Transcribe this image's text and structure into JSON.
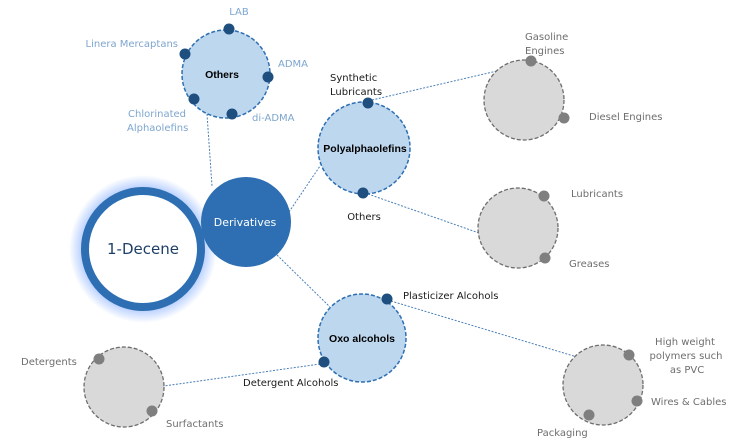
{
  "title": "1-Decene value chain",
  "colors": {
    "root_ring": "#2e6fb3",
    "root_glow": "#7aa6ff",
    "derivatives_fill": "#2e6fb3",
    "hub_fill": "#bdd7ef",
    "hub_stroke": "#2e6fb3",
    "hub_dot": "#1f4f7f",
    "app_fill": "#d9d9d9",
    "app_stroke": "#6e6e6e",
    "app_dot": "#7f7f7f"
  },
  "root": {
    "label": "1-Decene"
  },
  "derivatives": {
    "label": "Derivatives"
  },
  "hubs": {
    "others": {
      "label": "Others",
      "products": [
        "LAB",
        "Linera Mercaptans",
        "ADMA",
        "Chlorinated",
        "Alphaolefins",
        "di-ADMA"
      ]
    },
    "pao": {
      "label": "Polyalphaolefins",
      "products": [
        "Synthetic",
        "Lubricants",
        "Others"
      ]
    },
    "oxo": {
      "label": "Oxo alcohols",
      "products": [
        "Plasticizer Alcohols",
        "Detergent Alcohols"
      ]
    }
  },
  "applications": {
    "engines": {
      "items": [
        "Gasoline",
        "Engines",
        "Diesel Engines"
      ]
    },
    "lubes": {
      "items": [
        "Lubricants",
        "Greases"
      ]
    },
    "polymers": {
      "items": [
        "High weight",
        "polymers such",
        "as PVC",
        "Wires & Cables",
        "Packaging"
      ]
    },
    "detergents": {
      "items": [
        "Detergents",
        "Surfactants"
      ]
    }
  }
}
